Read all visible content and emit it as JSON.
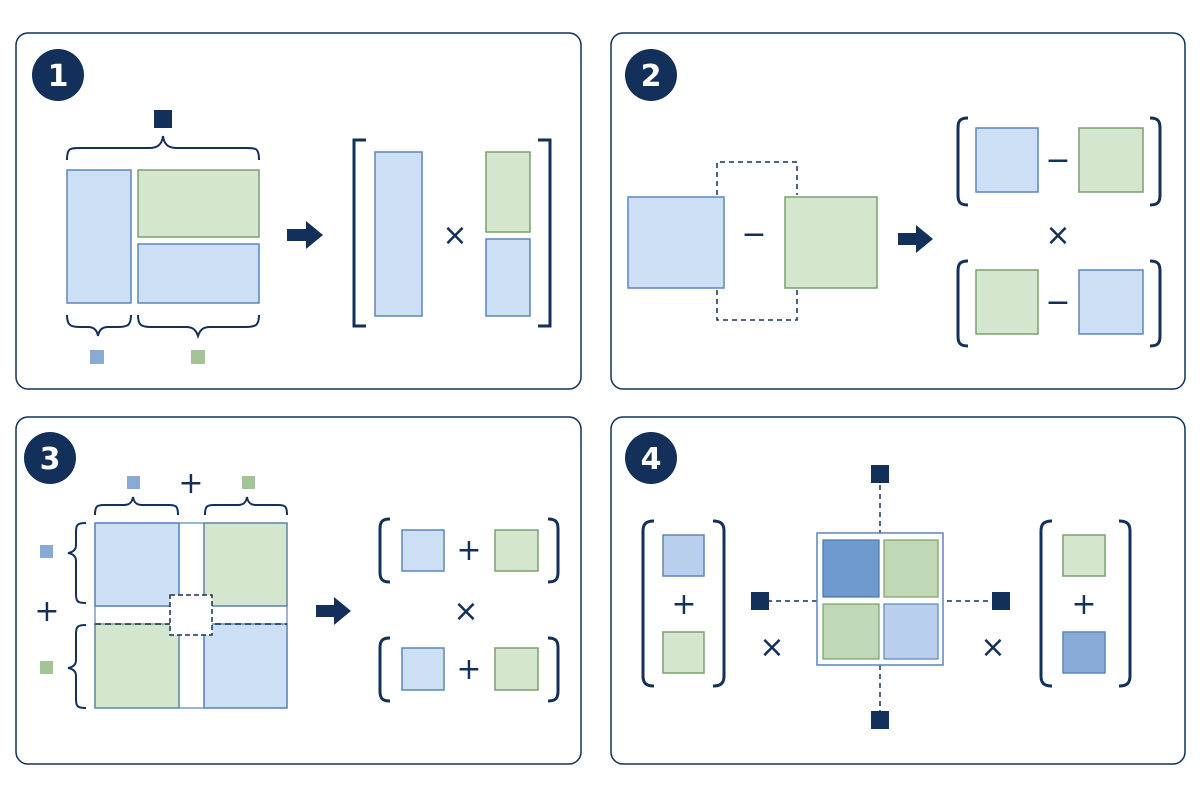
{
  "colors": {
    "navy": "#13305a",
    "blue_fill": "#ccdff4",
    "blue_stroke": "#5b86c0",
    "green_fill": "#d5e6cf",
    "green_stroke": "#7aa06c",
    "blue_dark_fill": "#6e9ad0",
    "blue_small": "#8aaad6",
    "green_small": "#a3c497",
    "panel_border": "#13305a"
  },
  "panels": [
    {
      "id": "panel-1",
      "number": "1"
    },
    {
      "id": "panel-2",
      "number": "2"
    },
    {
      "id": "panel-3",
      "number": "3"
    },
    {
      "id": "panel-4",
      "number": "4"
    }
  ],
  "operators": {
    "times": "×",
    "plus": "+",
    "minus": "−"
  }
}
